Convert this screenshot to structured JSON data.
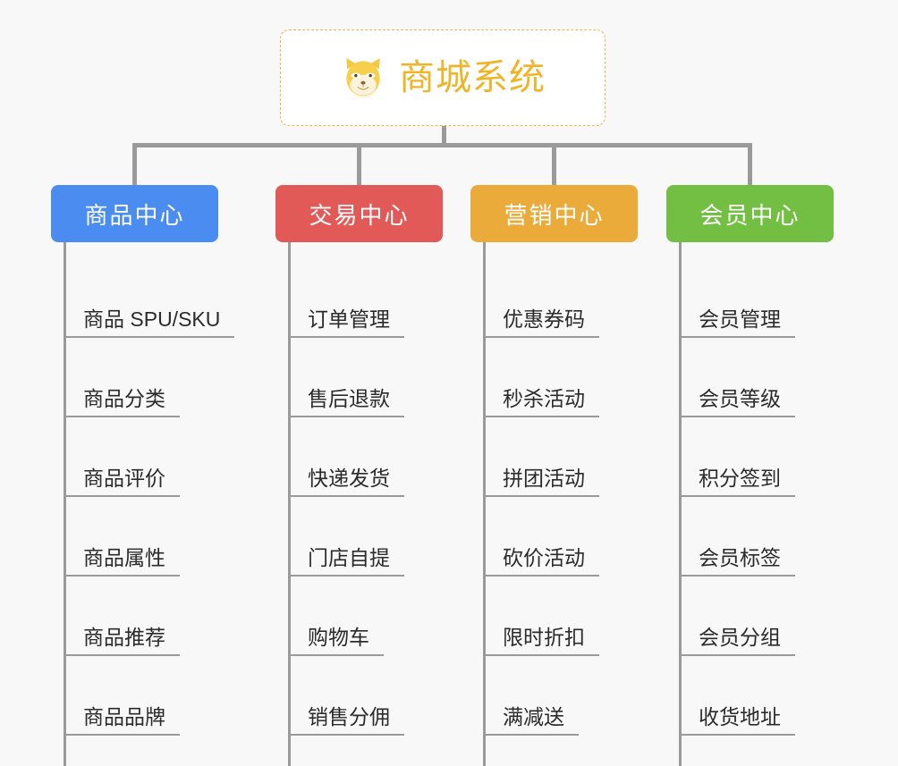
{
  "background_color": "#f8f8f8",
  "root": {
    "title": "商城系统",
    "icon": "shiba-dog-face-icon",
    "title_color": "#f0b429",
    "border_color": "#e9b44c",
    "background": "#ffffff"
  },
  "branches": [
    {
      "title": "商品中心",
      "color": "#4a8cf0",
      "leaves": [
        "商品 SPU/SKU",
        "商品分类",
        "商品评价",
        "商品属性",
        "商品推荐",
        "商品品牌"
      ]
    },
    {
      "title": "交易中心",
      "color": "#e25a58",
      "leaves": [
        "订单管理",
        "售后退款",
        "快递发货",
        "门店自提",
        "购物车",
        "销售分佣"
      ]
    },
    {
      "title": "营销中心",
      "color": "#eaab3b",
      "leaves": [
        "优惠券码",
        "秒杀活动",
        "拼团活动",
        "砍价活动",
        "限时折扣",
        "满减送"
      ]
    },
    {
      "title": "会员中心",
      "color": "#73bf44",
      "leaves": [
        "会员管理",
        "会员等级",
        "积分签到",
        "会员标签",
        "会员分组",
        "收货地址"
      ]
    }
  ],
  "connector_color": "#9a9a9a"
}
